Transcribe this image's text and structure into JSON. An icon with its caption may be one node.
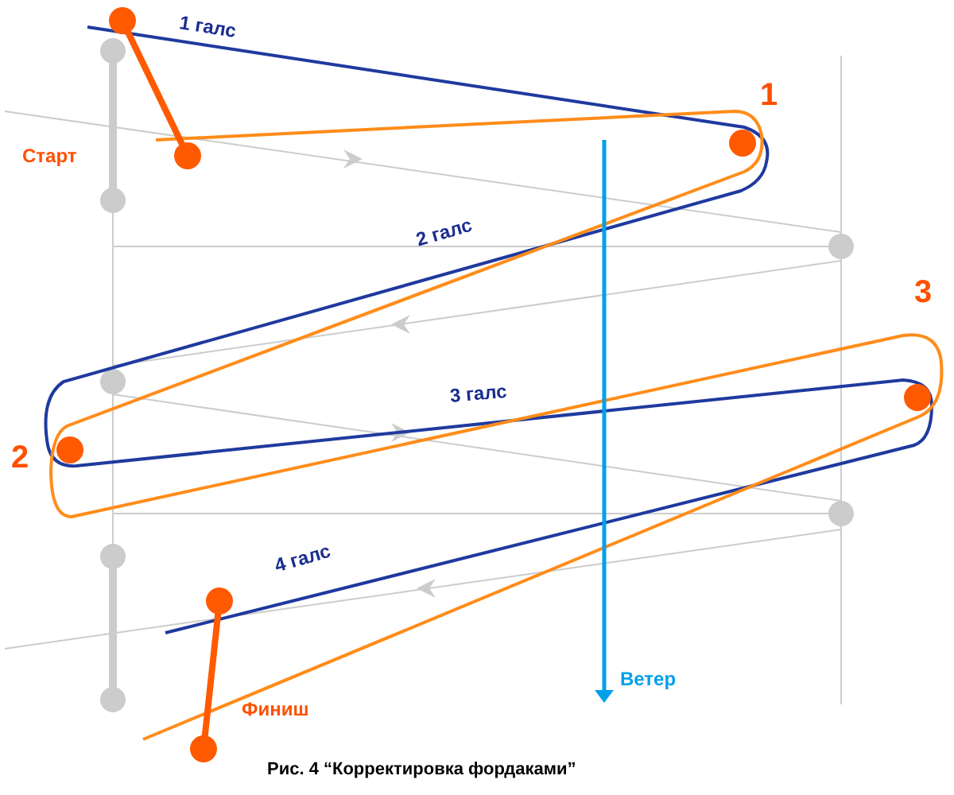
{
  "diagram": {
    "caption": "Рис. 4 “Корректировка фордаками”",
    "labels": [
      "1 галс",
      "Старт",
      "1",
      "2 галс",
      "3",
      "3 галс",
      "2",
      "4 галс",
      "Финиш",
      "Ветер"
    ]
  }
}
